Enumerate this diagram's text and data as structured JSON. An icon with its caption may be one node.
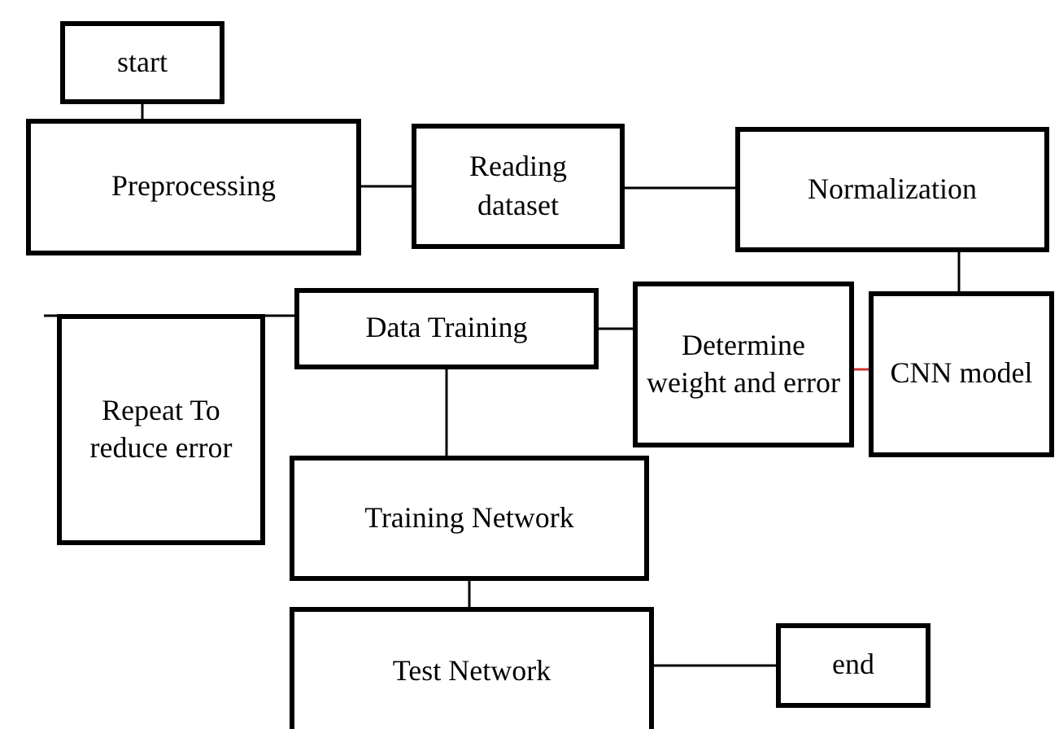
{
  "diagram": {
    "nodes": [
      {
        "text": [
          "start"
        ]
      },
      {
        "text": [
          "Preprocessing"
        ]
      },
      {
        "text": [
          "Reading dataset"
        ]
      },
      {
        "text": [
          "Normalization"
        ]
      },
      {
        "text": [
          "Data Training"
        ]
      },
      {
        "text": [
          "Determine weight and error"
        ]
      },
      {
        "text": [
          "CNN model"
        ]
      },
      {
        "text": [
          "Repeat To reduce error"
        ]
      },
      {
        "text": [
          "Training Network"
        ]
      },
      {
        "text": [
          "Test Network"
        ]
      },
      {
        "text": [
          "end"
        ]
      }
    ],
    "edges": [
      {
        "from": 0,
        "to": 1,
        "arrow": "none"
      },
      {
        "from": 1,
        "to": 2,
        "arrow": "none"
      },
      {
        "from": 2,
        "to": 3,
        "arrow": "none"
      },
      {
        "from": 3,
        "to": 6,
        "arrow": "none"
      },
      {
        "from": 6,
        "to": 5,
        "arrow": "none",
        "color": "#cc3333"
      },
      {
        "from": 5,
        "to": 4,
        "arrow": "none"
      },
      {
        "from": 4,
        "to": 7,
        "arrow": "none"
      },
      {
        "from": 4,
        "to": 8,
        "arrow": "none"
      },
      {
        "from": 8,
        "to": 9,
        "arrow": "none"
      },
      {
        "from": 9,
        "to": 10,
        "arrow": "none"
      }
    ]
  }
}
